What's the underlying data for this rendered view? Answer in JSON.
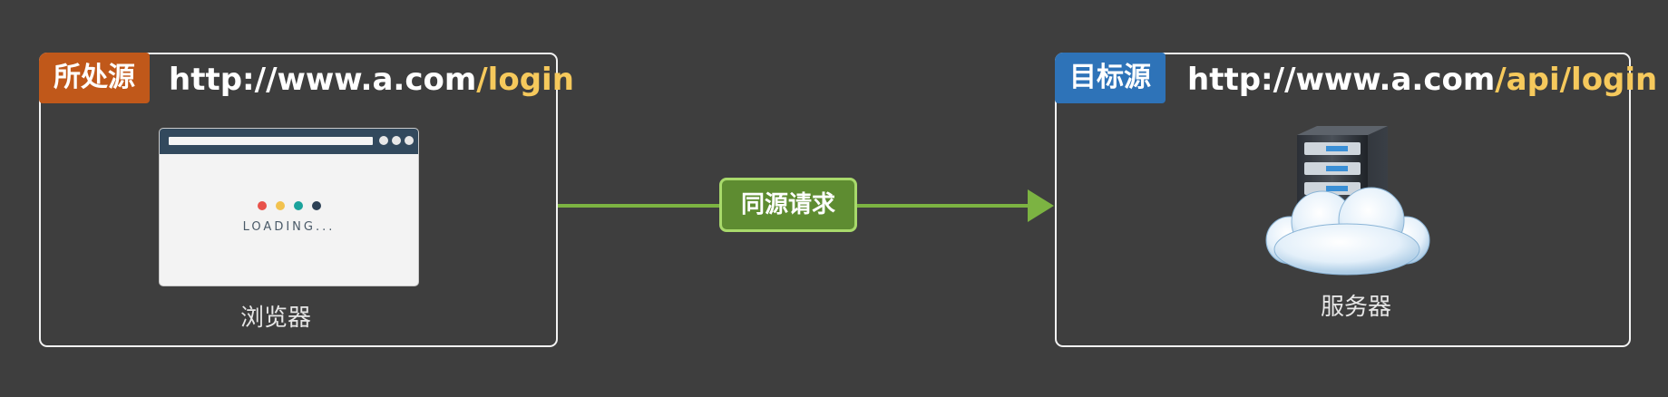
{
  "source": {
    "tag_label": "所处源",
    "url_host": "http://www.a.com",
    "url_path": "/login",
    "browser": {
      "loading_text": "LOADING...",
      "dot_colors": [
        "#e8524a",
        "#f2c24e",
        "#1ba39c",
        "#2c4155"
      ]
    },
    "caption": "浏览器"
  },
  "request": {
    "label": "同源请求"
  },
  "target": {
    "tag_label": "目标源",
    "url_host": "http://www.a.com",
    "url_path": "/api/login",
    "icon": "server-cloud-icon",
    "caption": "服务器"
  },
  "colors": {
    "background": "#3e3e3e",
    "source_tag": "#c0581a",
    "target_tag": "#2e73b8",
    "url_path": "#f6c95c",
    "arrow": "#7cb342",
    "badge": "#5e8c31"
  }
}
